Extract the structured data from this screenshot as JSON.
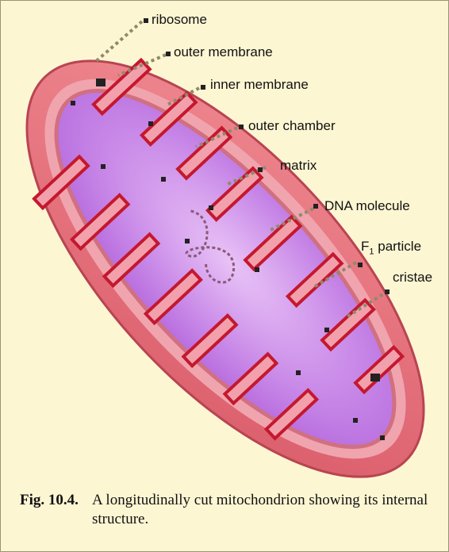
{
  "labels": {
    "ribosome": "ribosome",
    "outer_membrane": "outer  membrane",
    "inner_membrane": "inner membrane",
    "outer_chamber": "outer  chamber",
    "matrix": "matrix",
    "dna_molecule": "DNA molecule",
    "f1_particle": {
      "main": "F",
      "sub": "1",
      "rest": " particle"
    },
    "cristae": "cristae"
  },
  "caption": {
    "number": "Fig. 10.4.",
    "text": "A longitudinally cut mitochondrion showing its internal structure."
  },
  "colors": {
    "background": "#fdf6d3",
    "outer_membrane": "#e0707a",
    "intermembrane": "#ee9aa4",
    "matrix": "#c77ee6",
    "matrix_light": "#e3b6f2",
    "cristae": "#c4182e",
    "dots": "#222222"
  }
}
